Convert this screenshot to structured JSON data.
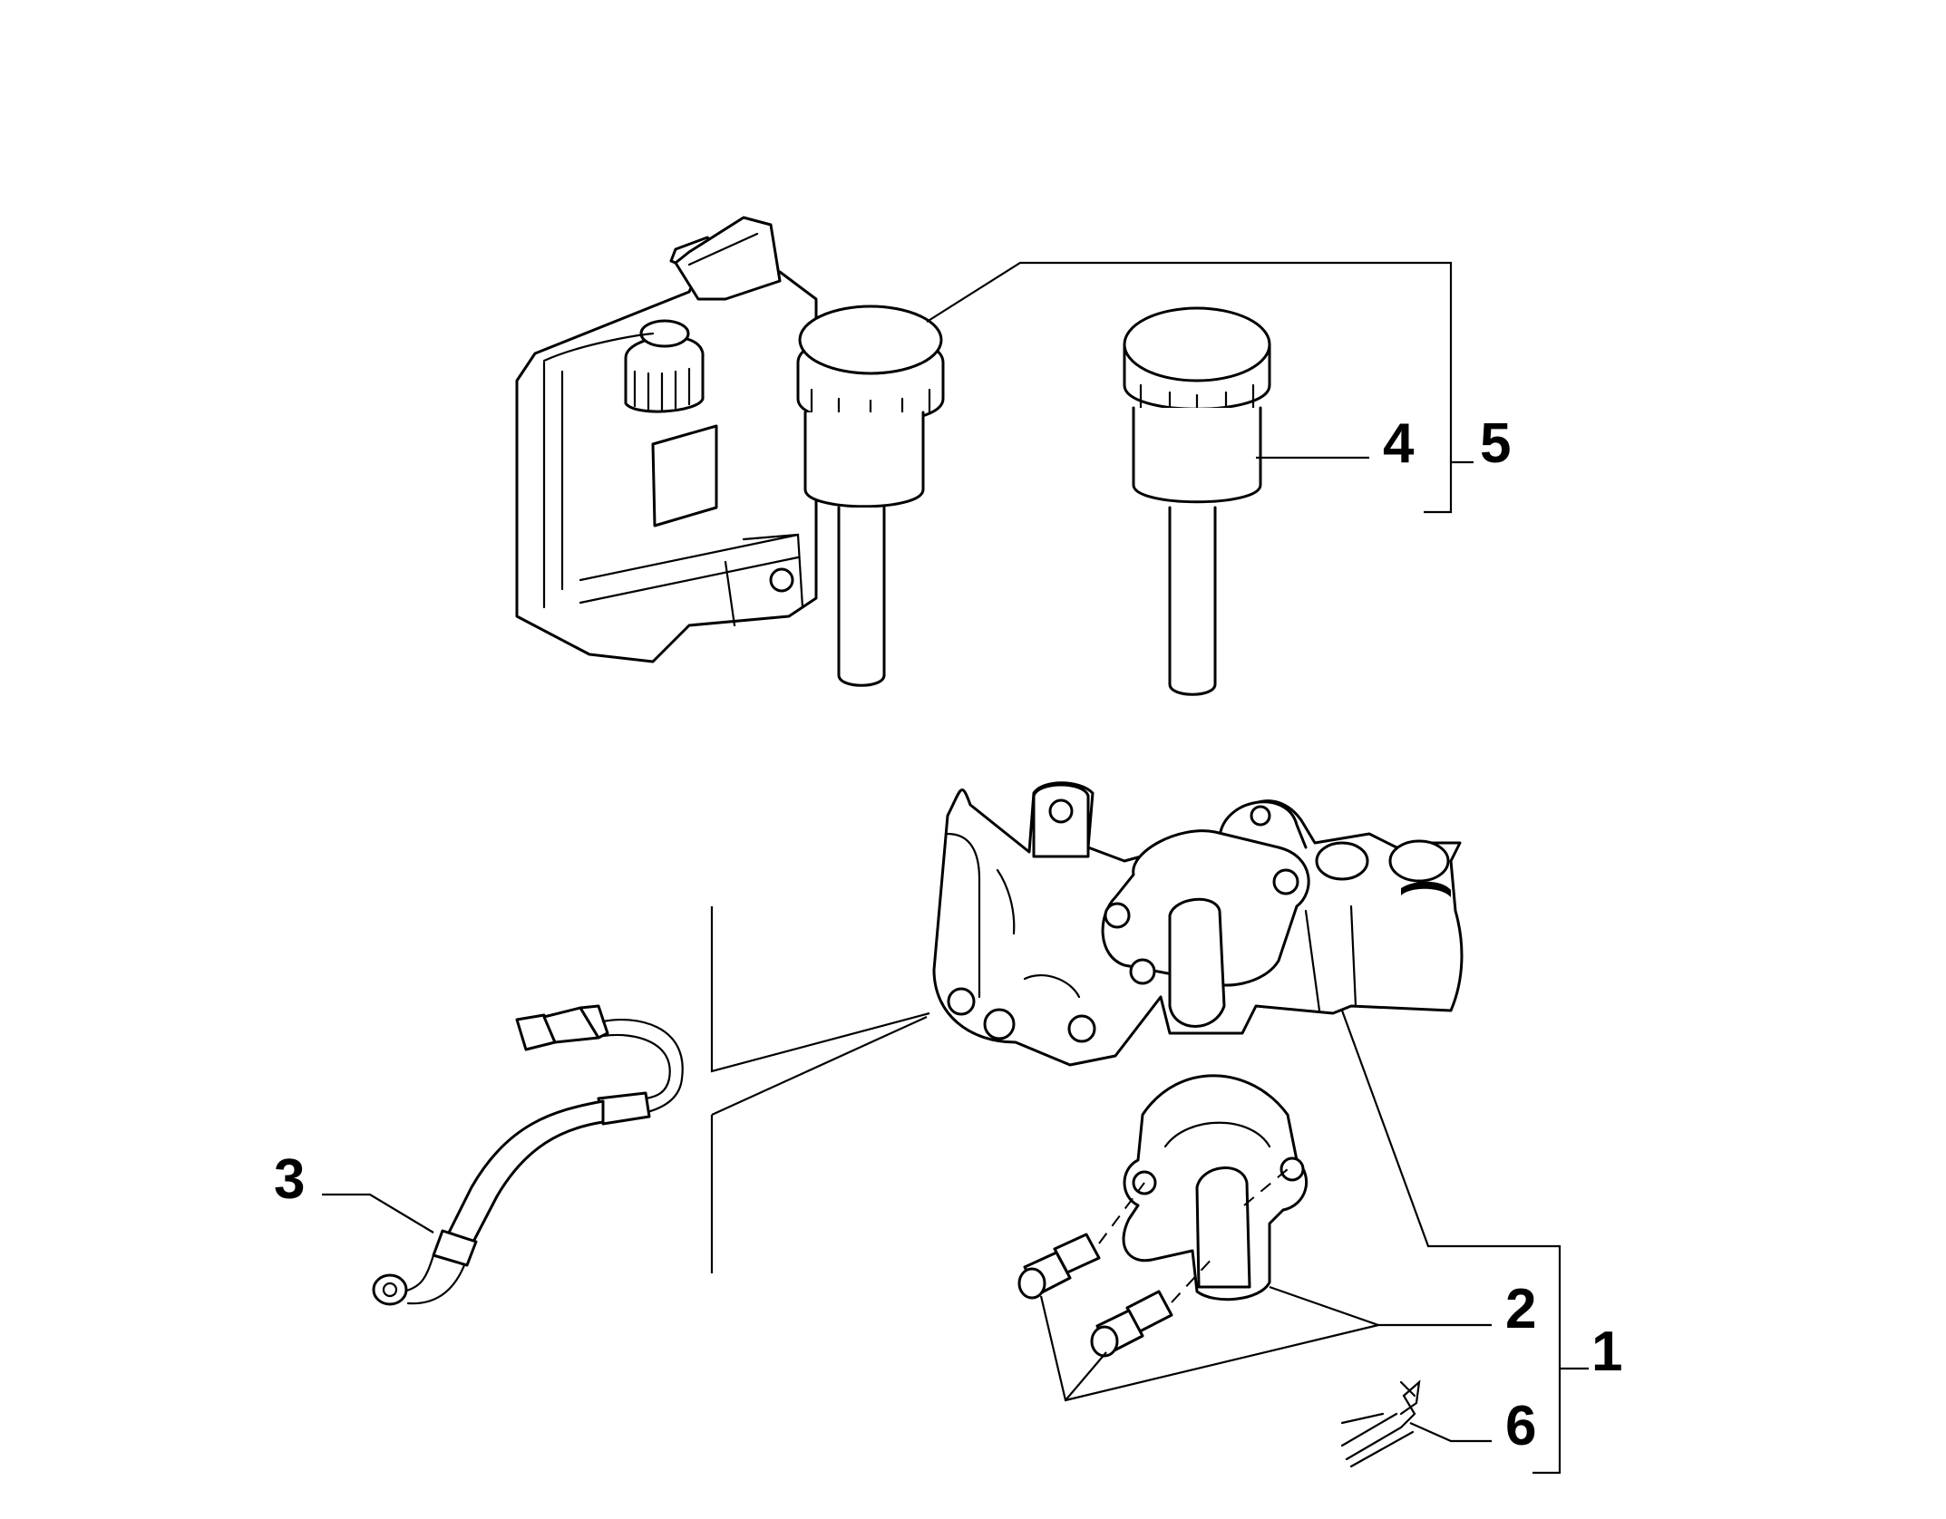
{
  "diagram": {
    "callouts": [
      {
        "id": "1",
        "text": "1"
      },
      {
        "id": "2",
        "text": "2"
      },
      {
        "id": "3",
        "text": "3"
      },
      {
        "id": "4",
        "text": "4"
      },
      {
        "id": "5",
        "text": "5"
      },
      {
        "id": "6",
        "text": "6"
      }
    ],
    "colors": {
      "ink": "#000000",
      "paper": "#ffffff"
    }
  }
}
